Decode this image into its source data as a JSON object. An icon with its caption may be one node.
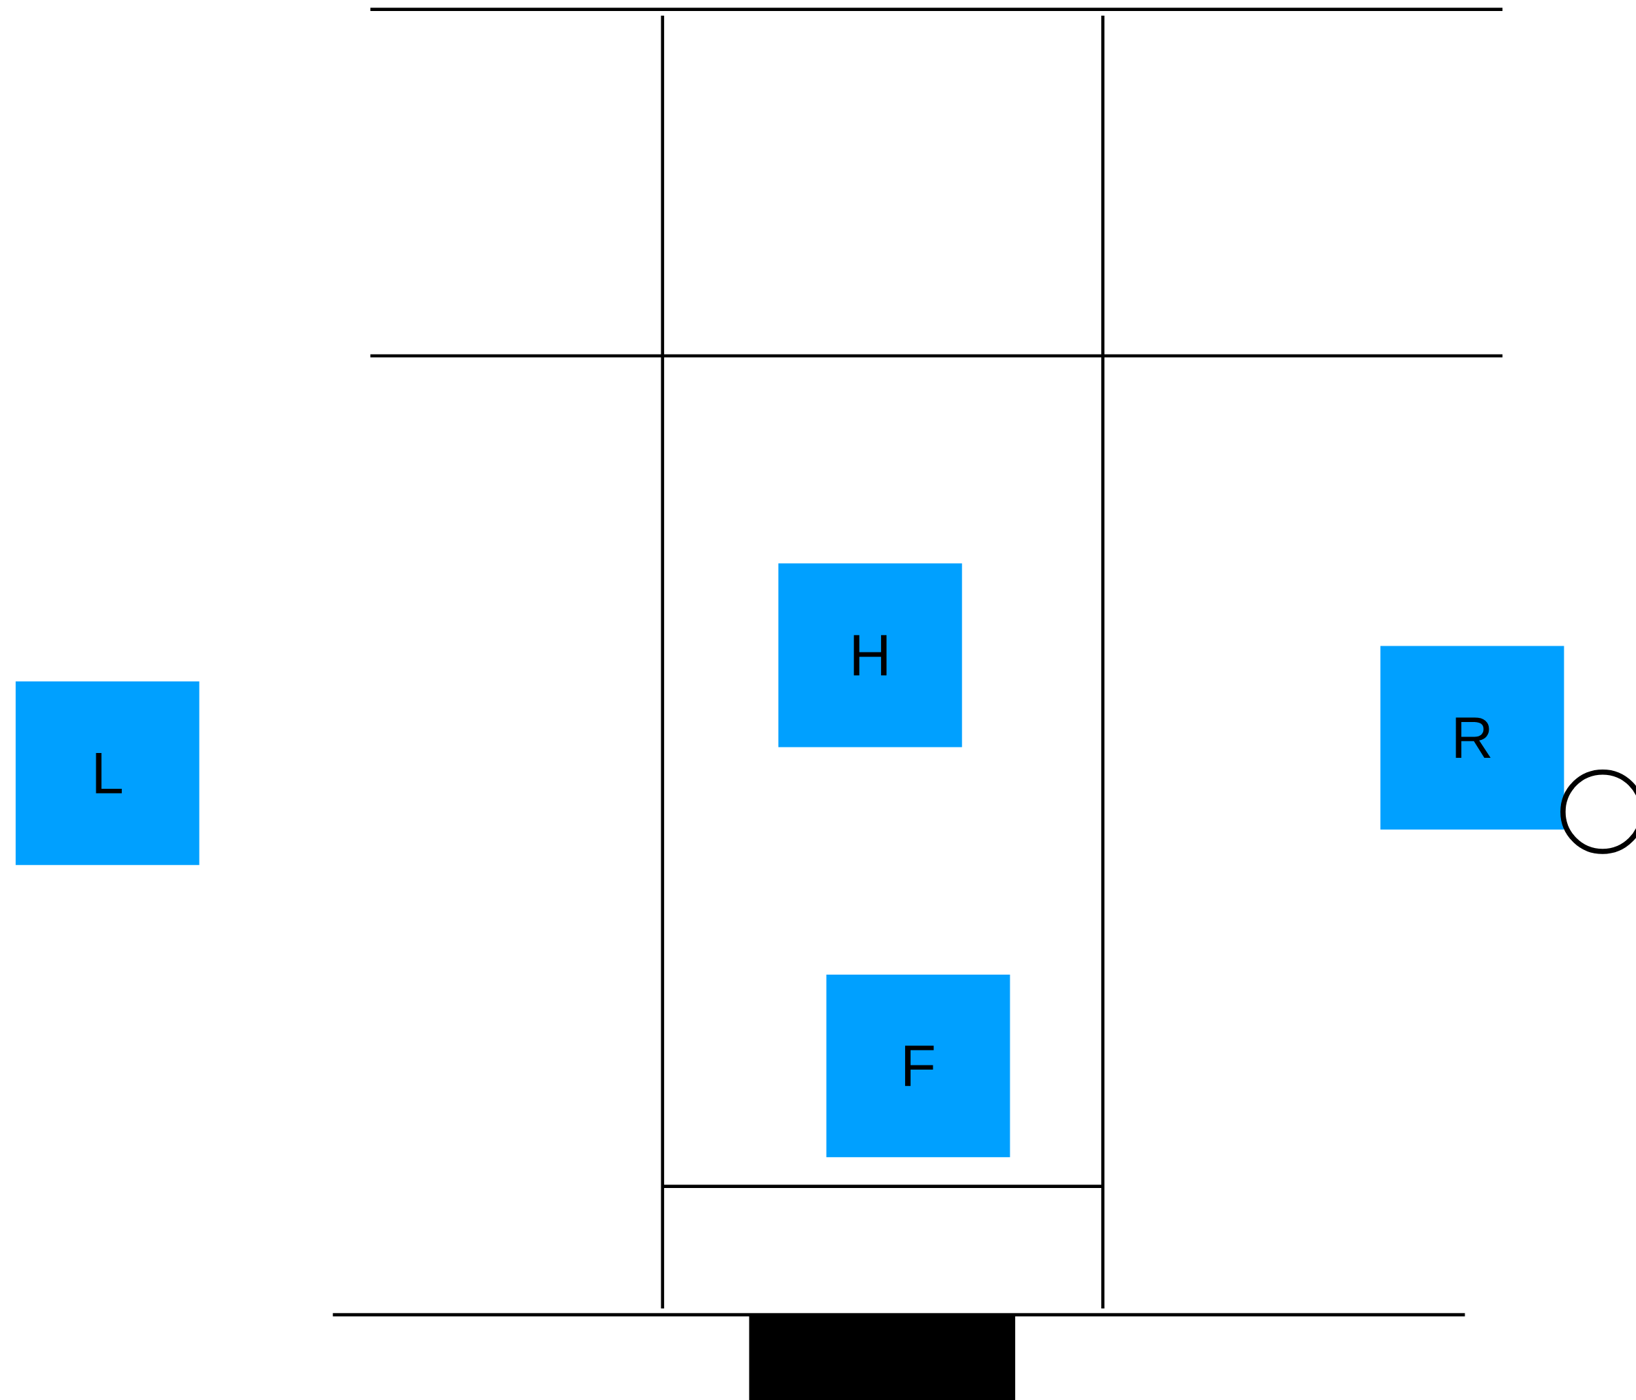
{
  "diagram": {
    "nodes": [
      {
        "text": [
          "L"
        ]
      },
      {
        "text": [
          "H"
        ]
      },
      {
        "text": [
          "R"
        ]
      },
      {
        "text": [
          "F"
        ]
      },
      {
        "text": [],
        "shape": "box"
      }
    ]
  }
}
